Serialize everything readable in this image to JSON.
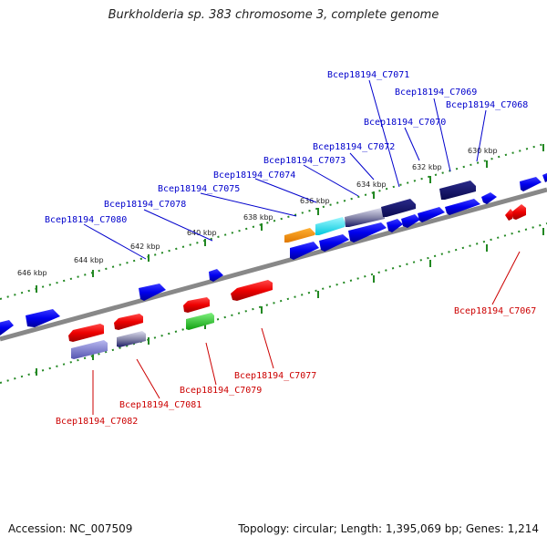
{
  "title": "Burkholderia sp. 383 chromosome 3, complete genome",
  "footer": {
    "accession": "Accession: NC_007509",
    "stats": "Topology: circular; Length: 1,395,069 bp; Genes: 1,214"
  },
  "colors": {
    "forward_label": "#0000cc",
    "reverse_label": "#cc0000",
    "backbone": "#888888",
    "ticks": "#228822"
  },
  "scale_ticks": [
    "630 kbp",
    "632 kbp",
    "634 kbp",
    "636 kbp",
    "638 kbp",
    "640 kbp",
    "642 kbp",
    "644 kbp",
    "646 kbp"
  ],
  "forward_genes": [
    "Bcep18194_C7071",
    "Bcep18194_C7069",
    "Bcep18194_C7068",
    "Bcep18194_C7070",
    "Bcep18194_C7072",
    "Bcep18194_C7073",
    "Bcep18194_C7074",
    "Bcep18194_C7075",
    "Bcep18194_C7078",
    "Bcep18194_C7080"
  ],
  "reverse_genes": [
    "Bcep18194_C7067",
    "Bcep18194_C7077",
    "Bcep18194_C7079",
    "Bcep18194_C7081",
    "Bcep18194_C7082"
  ]
}
